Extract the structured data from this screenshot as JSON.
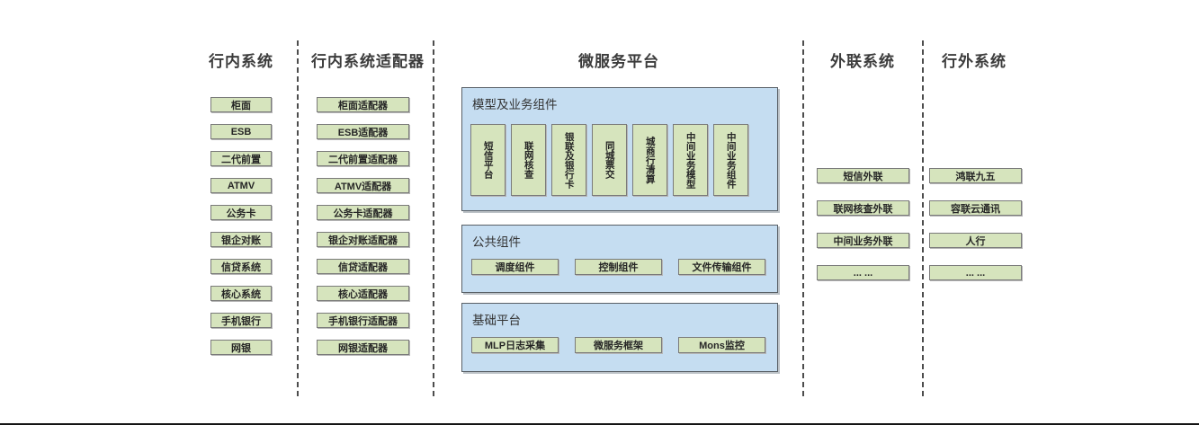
{
  "columns": [
    {
      "title": "行内系统",
      "items": [
        "柜面",
        "ESB",
        "二代前置",
        "ATMV",
        "公务卡",
        "银企对账",
        "信贷系统",
        "核心系统",
        "手机银行",
        "网银"
      ]
    },
    {
      "title": "行内系统适配器",
      "items": [
        "柜面适配器",
        "ESB适配器",
        "二代前置适配器",
        "ATMV适配器",
        "公务卡适配器",
        "银企对账适配器",
        "信贷适配器",
        "核心适配器",
        "手机银行适配器",
        "网银适配器"
      ]
    },
    {
      "title": "微服务平台"
    },
    {
      "title": "外联系统",
      "items": [
        "短信外联",
        "联网核查外联",
        "中间业务外联",
        "... ..."
      ]
    },
    {
      "title": "行外系统",
      "items": [
        "鸿联九五",
        "容联云通讯",
        "人行",
        "... ..."
      ]
    }
  ],
  "platform": {
    "sections": [
      {
        "title": "模型及业务组件",
        "items": [
          "短信平台",
          "联网核查",
          "银联及银行卡",
          "同城票交",
          "城商行清算",
          "中间业务模型",
          "中间业务组件"
        ]
      },
      {
        "title": "公共组件",
        "items": [
          "调度组件",
          "控制组件",
          "文件传输组件"
        ]
      },
      {
        "title": "基础平台",
        "items": [
          "MLP日志采集",
          "微服务框架",
          "Mons监控"
        ]
      }
    ]
  },
  "colors": {
    "box_green": "#d6e4bd",
    "panel_blue": "#c5ddf1",
    "box_border": "#7a7a7a",
    "dash_line": "#4d4d4d"
  }
}
